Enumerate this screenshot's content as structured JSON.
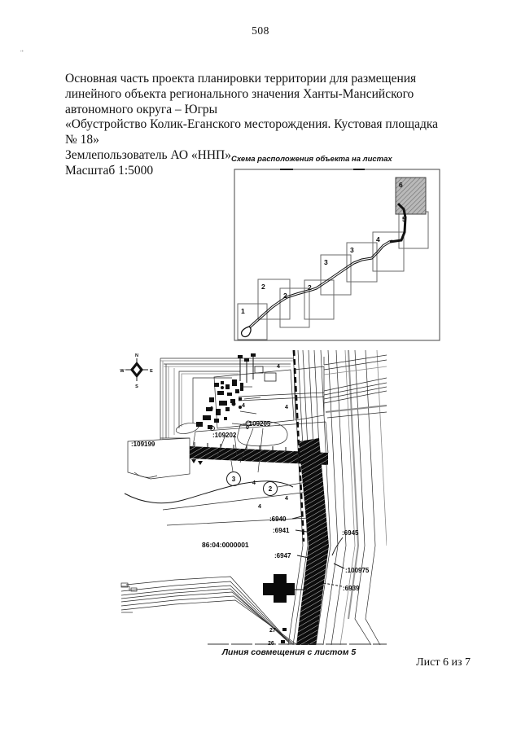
{
  "page": {
    "number": "508",
    "sheet_label": "Лист 6 из 7"
  },
  "header": {
    "lines": [
      "Основная часть проекта планировки территории для размещения",
      "линейного объекта регионального значения Ханты-Мансийского",
      "автономного округа – Югры",
      "«Обустройство Колик-Еганского месторождения. Кустовая площадка",
      "№ 18»",
      "Землепользователь АО «ННП»",
      "Масштаб 1:5000"
    ]
  },
  "inset": {
    "caption": "Схема расположения объекта на листах",
    "sheets": [
      "1",
      "2",
      "2",
      "2",
      "3",
      "3",
      "4",
      "5",
      "6"
    ]
  },
  "map": {
    "compass": {
      "n": "N",
      "w": "W",
      "e": "E",
      "s": "S"
    },
    "labels": {
      "l109199": ":109199",
      "l109202": ":109202",
      "l109205": ":109205",
      "l6940": ":6940",
      "l6941": ":6941",
      "l6945": ":6945",
      "l6947": ":6947",
      "l100975": ":100975",
      "l6939": ":6939",
      "quarter": "86:04:0000001"
    },
    "circled": {
      "c3": "3",
      "c2": "2"
    },
    "points": {
      "p27": "27",
      "p26": "26"
    },
    "digits": [
      "4",
      "4",
      "4",
      "0",
      "0",
      "4",
      "4",
      "4"
    ],
    "match_caption": "Линия совмещения с листом 5"
  }
}
